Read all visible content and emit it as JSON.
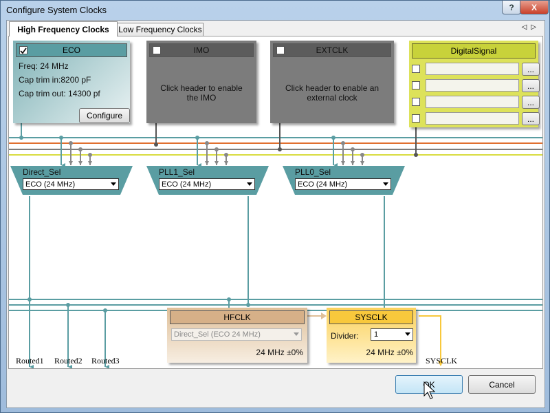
{
  "window": {
    "title": "Configure System Clocks",
    "help_label": "?",
    "close_label": "X"
  },
  "tabs": [
    {
      "label": "High Frequency Clocks",
      "active": true
    },
    {
      "label": "Low Frequency Clocks",
      "active": false
    }
  ],
  "tab_scroll": {
    "left": "◁",
    "right": "▷"
  },
  "eco": {
    "title": "ECO",
    "checked": true,
    "freq": "Freq: 24 MHz",
    "cap_in": "Cap trim in:8200 pF",
    "cap_out": "Cap trim out: 14300 pf",
    "configure_label": "Configure"
  },
  "imo": {
    "title": "IMO",
    "message": "Click header to enable the IMO"
  },
  "extclk": {
    "title": "EXTCLK",
    "message": "Click header to enable an external clock"
  },
  "digital_signal": {
    "title": "DigitalSignal",
    "button_label": "..."
  },
  "muxes": [
    {
      "label": "Direct_Sel",
      "value": "ECO (24 MHz)"
    },
    {
      "label": "PLL1_Sel",
      "value": "ECO (24 MHz)"
    },
    {
      "label": "PLL0_Sel",
      "value": "ECO (24 MHz)"
    }
  ],
  "hfclk": {
    "title": "HFCLK",
    "value": "Direct_Sel (ECO 24 MHz)",
    "freq": "24 MHz ±0%"
  },
  "sysclk": {
    "title": "SYSCLK",
    "divider_label": "Divider:",
    "divider_value": "1",
    "freq": "24 MHz ±0%",
    "output_label": "SYSCLK"
  },
  "routed": [
    "Routed1",
    "Routed2",
    "Routed3"
  ],
  "footer": {
    "ok_label": "OK",
    "cancel_label": "Cancel"
  },
  "colors": {
    "teal": "#5a9da2",
    "orange": "#e07030",
    "yellow": "#d8dc40",
    "gold": "#f8c83c"
  }
}
